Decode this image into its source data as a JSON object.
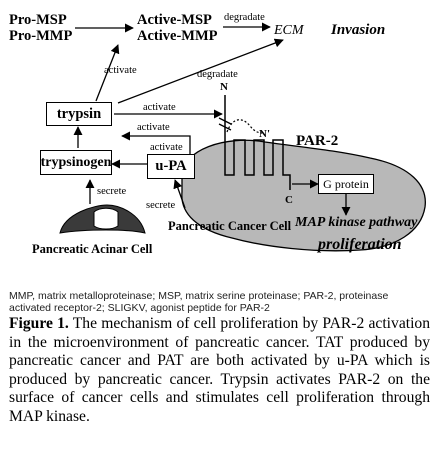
{
  "diagram": {
    "pro_msp": "Pro-MSP",
    "pro_mmp": "Pro-MMP",
    "active_msp": "Active-MSP",
    "active_mmp": "Active-MMP",
    "degradate_top": "degradate",
    "ecm": "ECM",
    "invasion": "Invasion",
    "activate_up": "activate",
    "degradate_mid": "degradate",
    "trypsin": "trypsin",
    "activate_right": "activate",
    "activate_upa_trypsin": "activate",
    "activate_upa_tryp": "activate",
    "trypsinogen": "trypsinogen",
    "upa": "u-PA",
    "secrete_left": "secrete",
    "secrete_right": "secrete",
    "acinar_cell": "Pancreatic Acinar Cell",
    "cancer_cell": "Pancreatic Cancer Cell",
    "n_label": "N",
    "n_prime": "N'",
    "c_label": "C",
    "par2": "PAR-2",
    "g_protein": "G protein",
    "map_kinase": "MAP kinase pathway",
    "proliferation": "proliferation"
  },
  "abbrev": "MMP, matrix metalloproteinase; MSP, matrix serine proteinase; PAR-2, proteinase activated receptor-2; SLIGKV, agonist peptide for PAR-2",
  "caption": {
    "label": "Figure 1.",
    "text": " The mechanism of cell proliferation by PAR-2 activation in the microenvironment of pancreatic cancer. TAT produced by pancreatic cancer and PAT are both activated by u-PA which is produced by pancreatic cancer. Trypsin activates PAR-2 on the surface of cancer cells and stimulates cell proliferation through MAP kinase."
  }
}
